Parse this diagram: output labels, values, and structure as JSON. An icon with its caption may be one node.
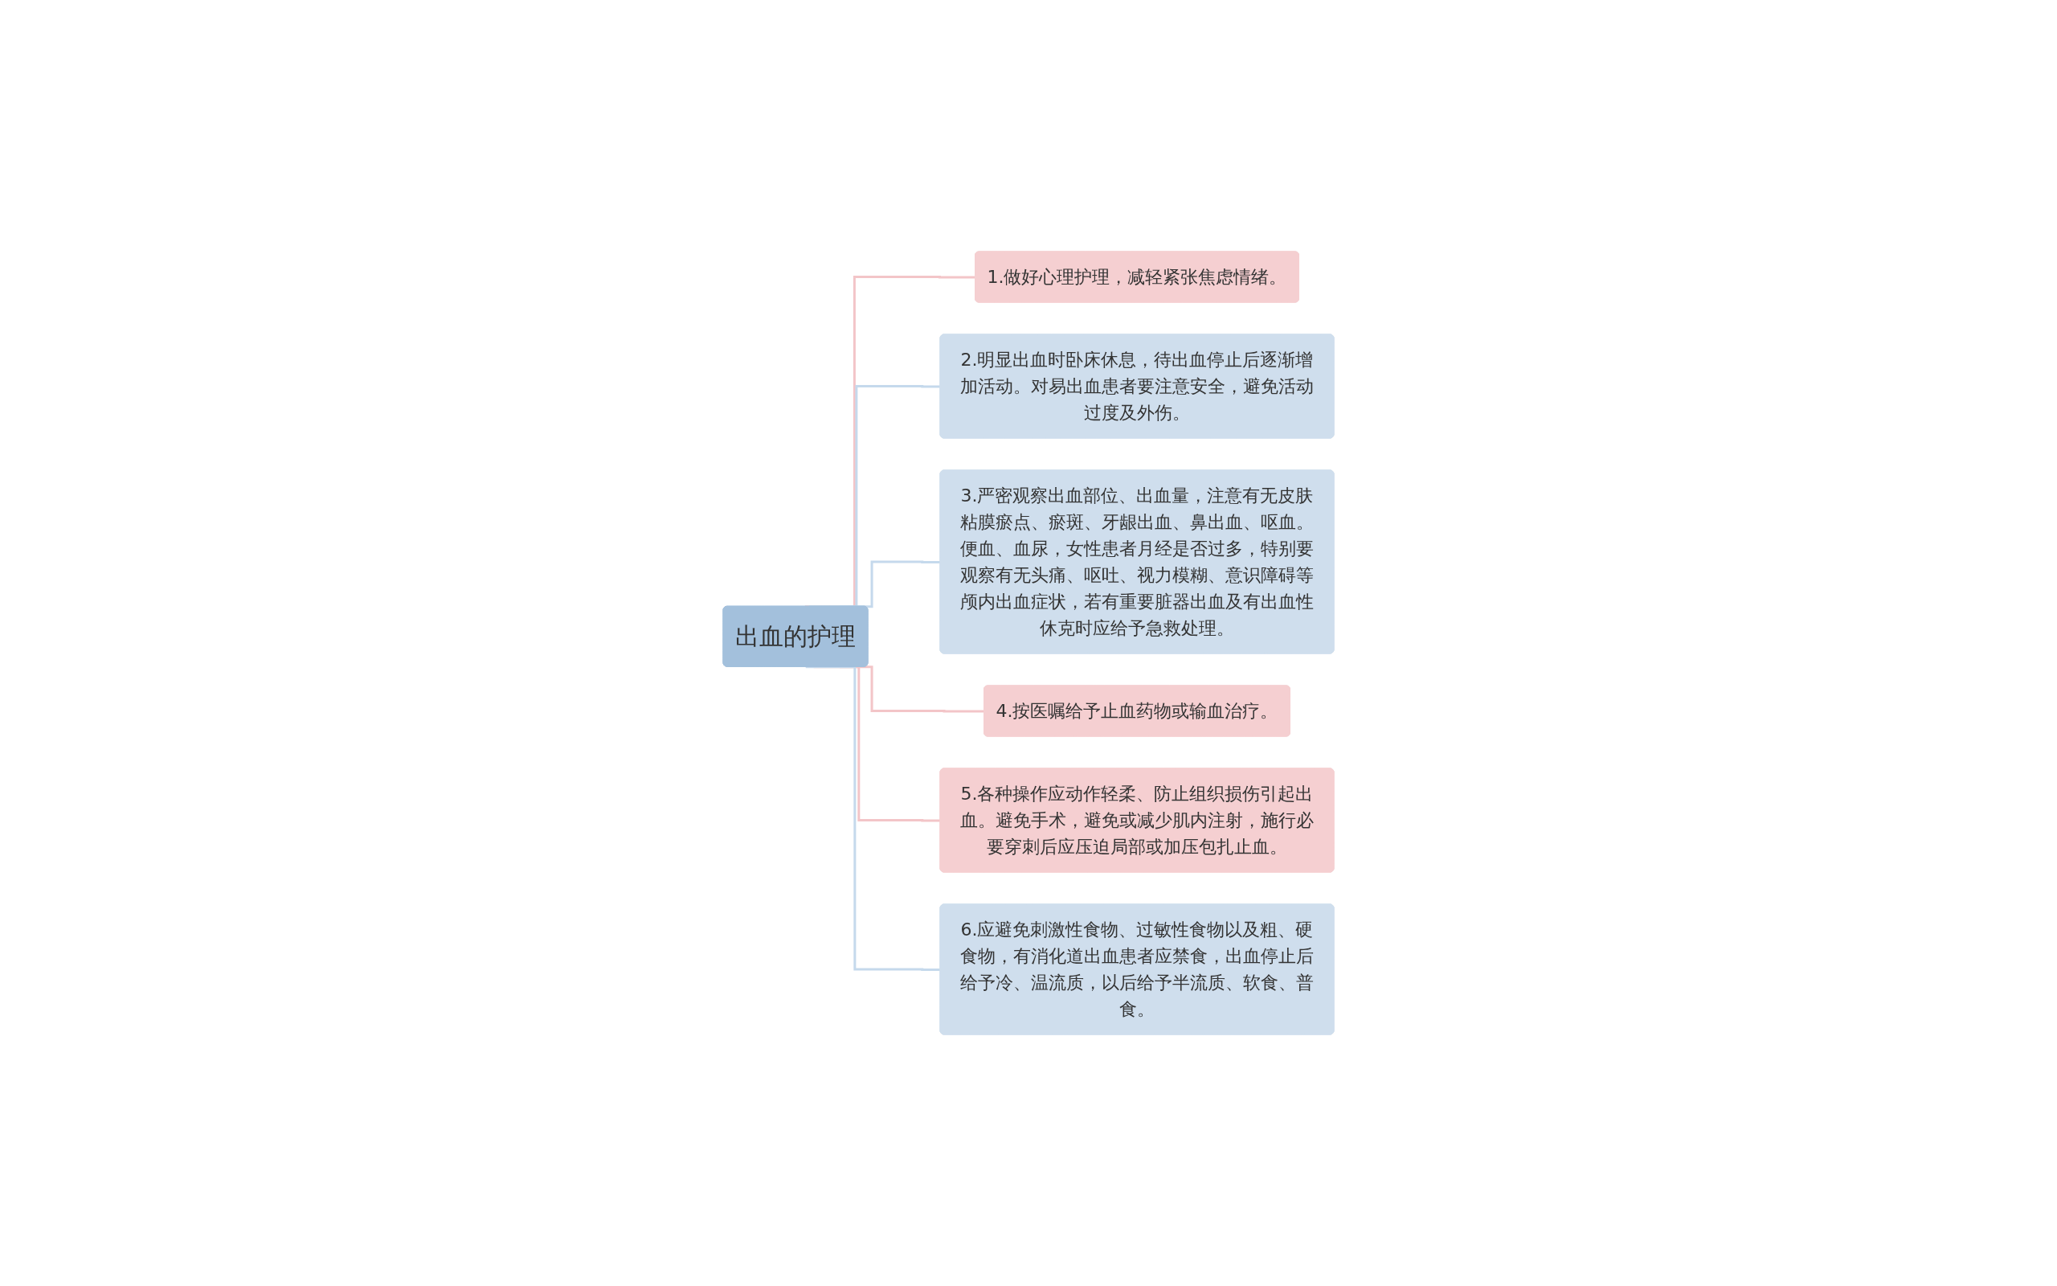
{
  "diagram": {
    "nodes": [
      {
        "text": [
          "出血的护理"
        ]
      },
      {
        "text": [
          "1.做好心理护理，减轻紧张焦虑情绪。"
        ]
      },
      {
        "text": [
          "2.明显出血时卧床休息，待出血停止后逐渐增加活动。对易出血患者要注意安全，避免活动过度及外伤。"
        ]
      },
      {
        "text": [
          "3.严密观察出血部位、出血量，注意有无皮肤粘膜瘀点、瘀斑、牙龈出血、鼻出血、呕血。便血、血尿，女性患者月经是否过多，特别要观察有无头痛、呕吐、视力模糊、意识障碍等颅内出血症状，若有重要脏器出血及有出血性休克时应给予急救处理。"
        ]
      },
      {
        "text": [
          "4.按医嘱给予止血药物或输血治疗。"
        ]
      },
      {
        "text": [
          "5.各种操作应动作轻柔、防止组织损伤引起出血。避免手术，避免或减少肌内注射，施行必要穿刺后应压迫局部或加压包扎止血。"
        ]
      },
      {
        "text": [
          "6.应避免刺激性食物、过敏性食物以及粗、硬食物，有消化道出血患者应禁食，出血停止后给予冷、温流质，以后给予半流质、软食、普食。"
        ]
      }
    ],
    "edges": [
      {
        "from": 0,
        "to": 1,
        "arrow": "none",
        "color": "#f3c5c8"
      },
      {
        "from": 0,
        "to": 2,
        "arrow": "none"
      },
      {
        "from": 0,
        "to": 3,
        "arrow": "none"
      },
      {
        "from": 0,
        "to": 4,
        "arrow": "none",
        "color": "#f3c5c8"
      },
      {
        "from": 0,
        "to": 5,
        "arrow": "none",
        "color": "#f3c5c8"
      },
      {
        "from": 0,
        "to": 6,
        "arrow": "none"
      }
    ]
  }
}
